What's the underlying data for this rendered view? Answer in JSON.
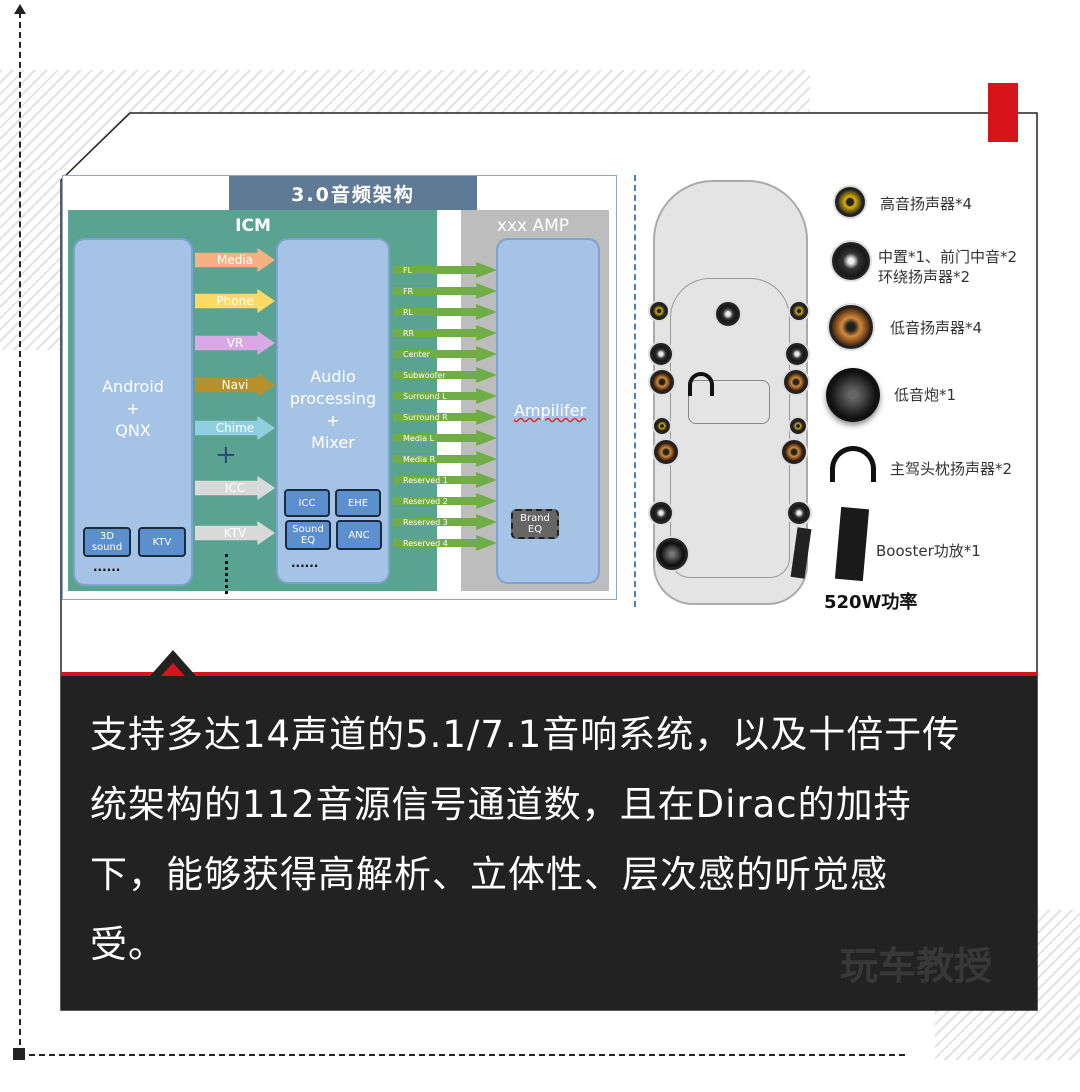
{
  "diagram": {
    "title": "3.0音频架构",
    "icm_label": "ICM",
    "amp_label": "xxx AMP",
    "android_box": {
      "line1": "Android",
      "line2": "+",
      "line3": "QNX",
      "sub": [
        "3D sound",
        "KTV"
      ],
      "more": "......"
    },
    "inputs": [
      {
        "label": "Media",
        "color": "#f4b183"
      },
      {
        "label": "Phone",
        "color": "#ffd966"
      },
      {
        "label": "VR",
        "color": "#d9a9e6"
      },
      {
        "label": "Navi",
        "color": "#b8902a"
      },
      {
        "label": "Chime",
        "color": "#8fd0e0"
      }
    ],
    "plus": "+",
    "optional_inputs": [
      "ICC",
      "KTV"
    ],
    "processing_box": {
      "line1": "Audio",
      "line2": "processing",
      "line3": "+",
      "line4": "Mixer",
      "sub": [
        "ICC",
        "EHE",
        "Sound EQ",
        "ANC"
      ],
      "more": "......"
    },
    "channels": [
      "FL",
      "FR",
      "RL",
      "RR",
      "Center",
      "Subwoofer",
      "Surround L",
      "Surround R",
      "Media L",
      "Media R",
      "Reserved 1",
      "Reserved 2",
      "Reserved 3",
      "Reserved 4"
    ],
    "amp_box": {
      "label": "Ampilifer",
      "sub": "Brand EQ"
    }
  },
  "legend": [
    {
      "icon": "tweeter-icon",
      "text": "高音扬声器*4"
    },
    {
      "icon": "midrange-speaker-icon",
      "text": "中置*1、前门中音*2",
      "text2": "环绕扬声器*2"
    },
    {
      "icon": "woofer-icon",
      "text": "低音扬声器*4"
    },
    {
      "icon": "subwoofer-icon",
      "text": "低音炮*1"
    },
    {
      "icon": "headphones-icon",
      "text": "主驾头枕扬声器*2"
    },
    {
      "icon": "amplifier-icon",
      "text": "Booster功放*1"
    }
  ],
  "power": "520W功率",
  "caption": [
    "支持多达14声道的5.1/7.1音响系统，以及十倍于传",
    "统架构的112音源信号通道数，且在Dirac的加持",
    "下，能够获得高解析、立体性、层次感的听觉感",
    "受。"
  ],
  "watermark": "玩车教授",
  "colors": {
    "accent_red": "#d7141a",
    "dark_bg": "#222222",
    "icm_green": "#5ba391",
    "amp_gray": "#bdbdbd",
    "title_bar": "#5f7a95"
  }
}
